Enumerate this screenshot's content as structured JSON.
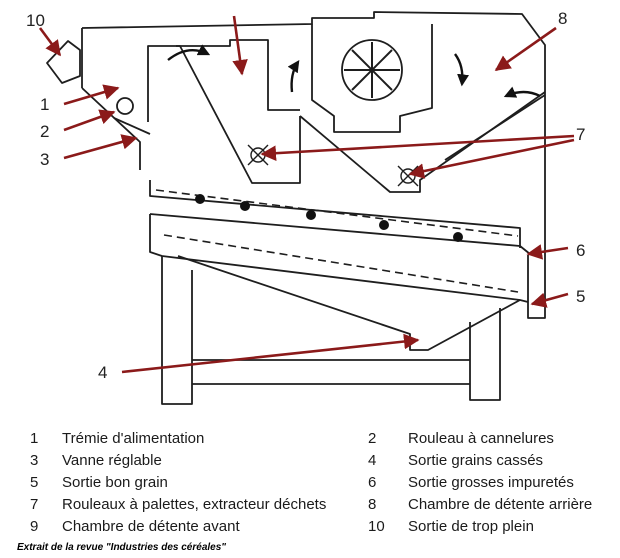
{
  "callouts": [
    {
      "number": "1"
    },
    {
      "number": "2"
    },
    {
      "number": "3"
    },
    {
      "number": "4"
    },
    {
      "number": "5"
    },
    {
      "number": "6"
    },
    {
      "number": "7"
    },
    {
      "number": "8"
    },
    {
      "number": "10"
    }
  ],
  "legend": [
    {
      "number": "1",
      "text": "Trémie d'alimentation"
    },
    {
      "number": "2",
      "text": "Rouleau à cannelures"
    },
    {
      "number": "3",
      "text": "Vanne réglable"
    },
    {
      "number": "4",
      "text": "Sortie grains cassés"
    },
    {
      "number": "5",
      "text": "Sortie bon grain"
    },
    {
      "number": "6",
      "text": "Sortie grosses impuretés"
    },
    {
      "number": "7",
      "text": "Rouleaux à palettes, extracteur déchets"
    },
    {
      "number": "8",
      "text": "Chambre de détente arrière"
    },
    {
      "number": "9",
      "text": "Chambre de détente avant"
    },
    {
      "number": "10",
      "text": "Sortie de trop plein"
    }
  ],
  "credit": "Extrait de la revue \"Industries des céréales\"",
  "colors": {
    "line": "#1e1e1e",
    "arrow": "#8b1a1a",
    "text": "#1b1b1b"
  }
}
